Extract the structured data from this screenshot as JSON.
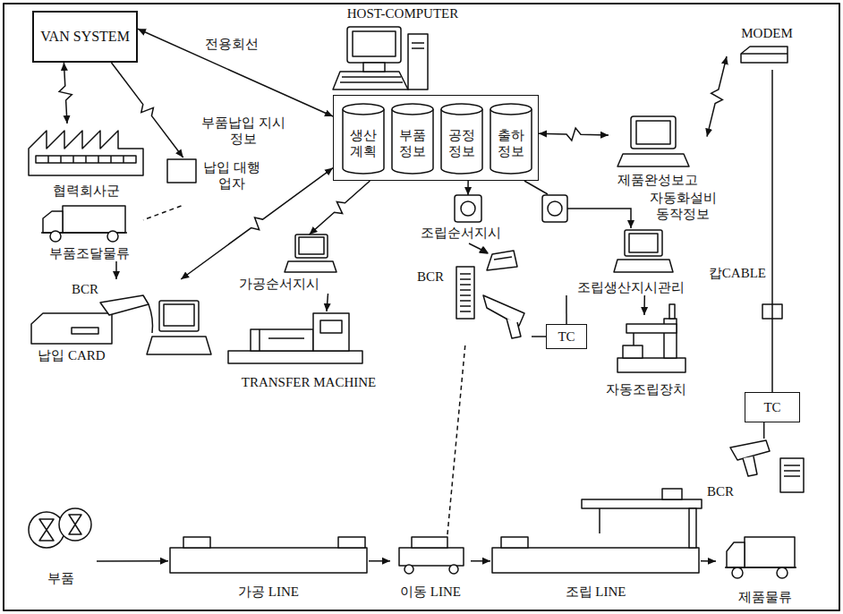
{
  "diagram": {
    "nodes": [
      {
        "text": [
          "HOST-COMPUTER"
        ]
      },
      {
        "text": [
          "VAN SYSTEM"
        ]
      },
      {
        "text": []
      },
      {
        "text": [
          "생산 계획"
        ],
        "in": 2
      },
      {
        "text": [
          "부품 정보"
        ],
        "in": 2
      },
      {
        "text": [
          "공정 정보"
        ],
        "in": 2
      },
      {
        "text": [
          "출하 정보"
        ],
        "in": 2
      },
      {
        "text": [
          "협력회사군"
        ]
      },
      {
        "text": [
          "납입 대행업자"
        ]
      },
      {
        "text": [
          "부품조달물류"
        ]
      },
      {
        "text": [
          "BCR",
          "납입 CARD"
        ]
      },
      {
        "text": [
          "가공순서지시"
        ]
      },
      {
        "text": [
          "TRANSFER MACHINE"
        ]
      },
      {
        "text": [
          "조립순서지시"
        ]
      },
      {
        "text": [
          "제품완성보고"
        ]
      },
      {
        "text": [
          "MODEM"
        ]
      },
      {
        "text": [
          "조립생산지시관리"
        ]
      },
      {
        "text": [
          "BCR"
        ]
      },
      {
        "text": [
          "TC"
        ]
      },
      {
        "text": [
          "자동조립장치"
        ]
      },
      {
        "text": [
          "TC"
        ]
      },
      {
        "text": [
          "BCR"
        ]
      },
      {
        "text": [
          "부품"
        ]
      },
      {
        "text": [
          "가공 LINE"
        ]
      },
      {
        "text": [
          "이동 LINE"
        ]
      },
      {
        "text": [
          "조립 LINE"
        ]
      },
      {
        "text": [
          "제품물류"
        ]
      }
    ],
    "edges": [
      {
        "from": 1,
        "to": 2,
        "arrow": "both",
        "label": "전용회선"
      },
      {
        "from": 1,
        "to": 7,
        "arrow": "both"
      },
      {
        "from": 1,
        "to": 8,
        "arrow": "to",
        "label": "부품납입 지시정보"
      },
      {
        "from": 8,
        "to": 9,
        "arrow": "none"
      },
      {
        "from": 9,
        "to": 10,
        "arrow": "to"
      },
      {
        "from": 2,
        "to": 10,
        "arrow": "both"
      },
      {
        "from": 2,
        "to": 11,
        "arrow": "to"
      },
      {
        "from": 11,
        "to": 12,
        "arrow": "to"
      },
      {
        "from": 2,
        "to": 13,
        "arrow": "to"
      },
      {
        "from": 2,
        "to": 14,
        "arrow": "both"
      },
      {
        "from": 14,
        "to": 15,
        "arrow": "both"
      },
      {
        "from": 15,
        "to": 20,
        "arrow": "none",
        "label": "캅CABLE"
      },
      {
        "from": 2,
        "to": 16,
        "arrow": "to",
        "label": "자동화설비 동작정보"
      },
      {
        "from": 16,
        "to": 19,
        "arrow": "to"
      },
      {
        "from": 18,
        "to": 16,
        "arrow": "none"
      },
      {
        "from": 17,
        "to": 18,
        "arrow": "none"
      },
      {
        "from": 17,
        "to": 24,
        "arrow": "none"
      },
      {
        "from": 20,
        "to": 21,
        "arrow": "none"
      },
      {
        "from": 22,
        "to": 23,
        "arrow": "to"
      },
      {
        "from": 23,
        "to": 24,
        "arrow": "to"
      },
      {
        "from": 24,
        "to": 25,
        "arrow": "to"
      },
      {
        "from": 25,
        "to": 26,
        "arrow": "to"
      }
    ]
  }
}
